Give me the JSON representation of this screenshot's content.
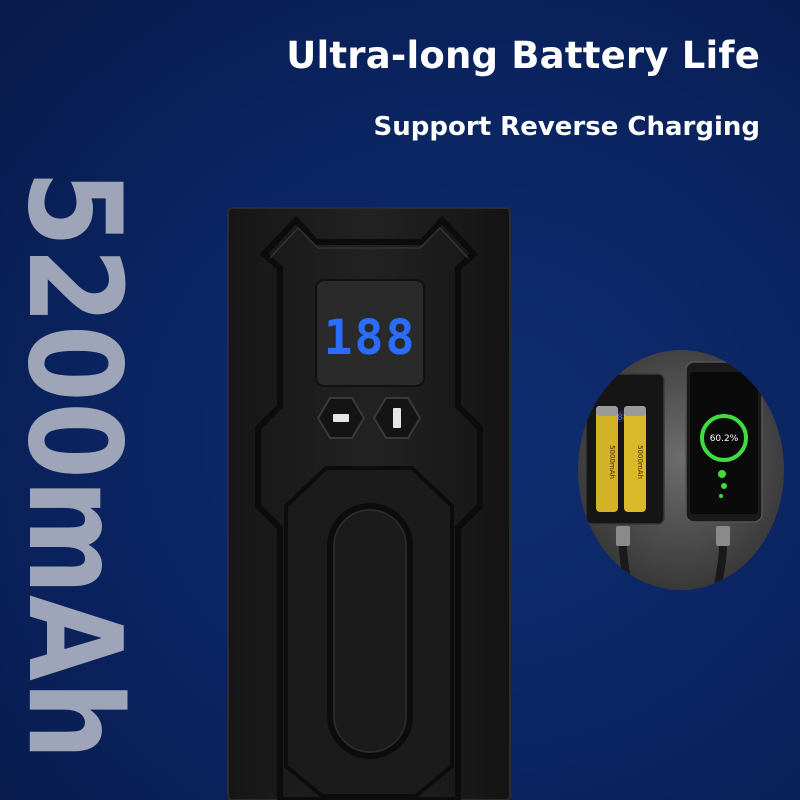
{
  "headline": "Ultra-long Battery Life",
  "subheadline": "Support Reverse Charging",
  "capacity_text": "5200mAh",
  "display_digits": "188",
  "phone_percent": "60.2%",
  "battery_labels": [
    "5000mAh",
    "5000mAh"
  ],
  "colors": {
    "background": "#0b2461",
    "headline": "#ffffff",
    "capacity_text": "#9ea5b8",
    "display_digits": "#2b6dff",
    "charging_ring": "#3fdc3f"
  }
}
